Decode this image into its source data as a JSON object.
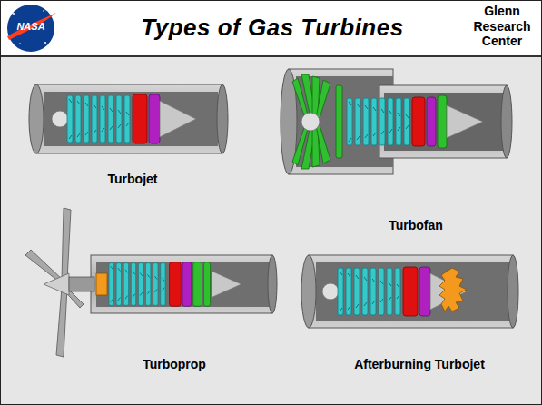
{
  "diagram": {
    "title": "Types of Gas Turbines",
    "labels": [
      "NASA",
      "Glenn Research Center",
      "Turbojet",
      "Turbofan",
      "Turboprop",
      "Afterburning Turbojet"
    ]
  }
}
